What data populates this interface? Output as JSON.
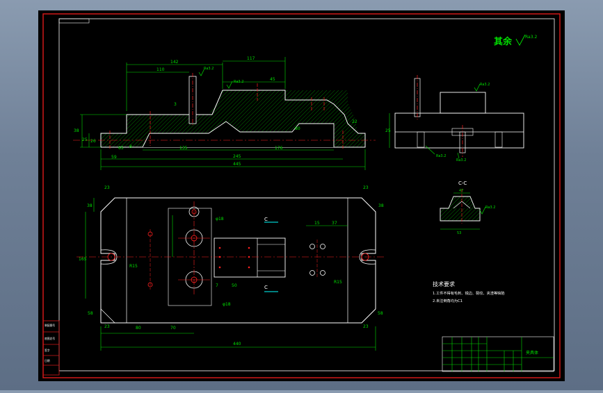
{
  "colors": {
    "background": "#000000",
    "frame": "#d01818",
    "outline": "#ffffff",
    "dimension": "#00e000",
    "center_line": "#ff2020",
    "hatch": "#00c000",
    "annotation": "#00ffff"
  },
  "roughness_note": {
    "label": "其余",
    "value": "Ra3.2"
  },
  "front_view": {
    "dims": [
      "142",
      "117",
      "110",
      "3",
      "45",
      "38",
      "25",
      "26",
      "8",
      "65",
      "135",
      "176",
      "59",
      "245",
      "445",
      "22",
      "80"
    ],
    "roughness": [
      "Ra3.2",
      "Ra3.2"
    ]
  },
  "side_view": {
    "roughness": [
      "Ra3.2",
      "Ra3.2",
      "Ra3.2"
    ],
    "dims": [
      "25"
    ]
  },
  "section_cc": {
    "label": "C-C",
    "dims": [
      "47",
      "53"
    ],
    "roughness": "Ra3.2"
  },
  "plan_view": {
    "dims": [
      "23",
      "23",
      "38",
      "38",
      "23",
      "23",
      "58",
      "58",
      "80",
      "70",
      "165",
      "440",
      "7",
      "50",
      "15",
      "37",
      "R15",
      "R15"
    ],
    "holes": [
      "φ18",
      "φ18"
    ],
    "section_marks": [
      "C",
      "C"
    ]
  },
  "technical_requirements": {
    "title": "技术要求",
    "lines": [
      "1.工件不得有毛刺、锐边、裂纹、夹渣等缺陷",
      "2.未注倒角均为C1"
    ]
  },
  "title_block": {
    "title": "夹具体"
  },
  "side_strip": [
    "装配图号",
    "底图总号",
    "签字",
    "日期"
  ]
}
